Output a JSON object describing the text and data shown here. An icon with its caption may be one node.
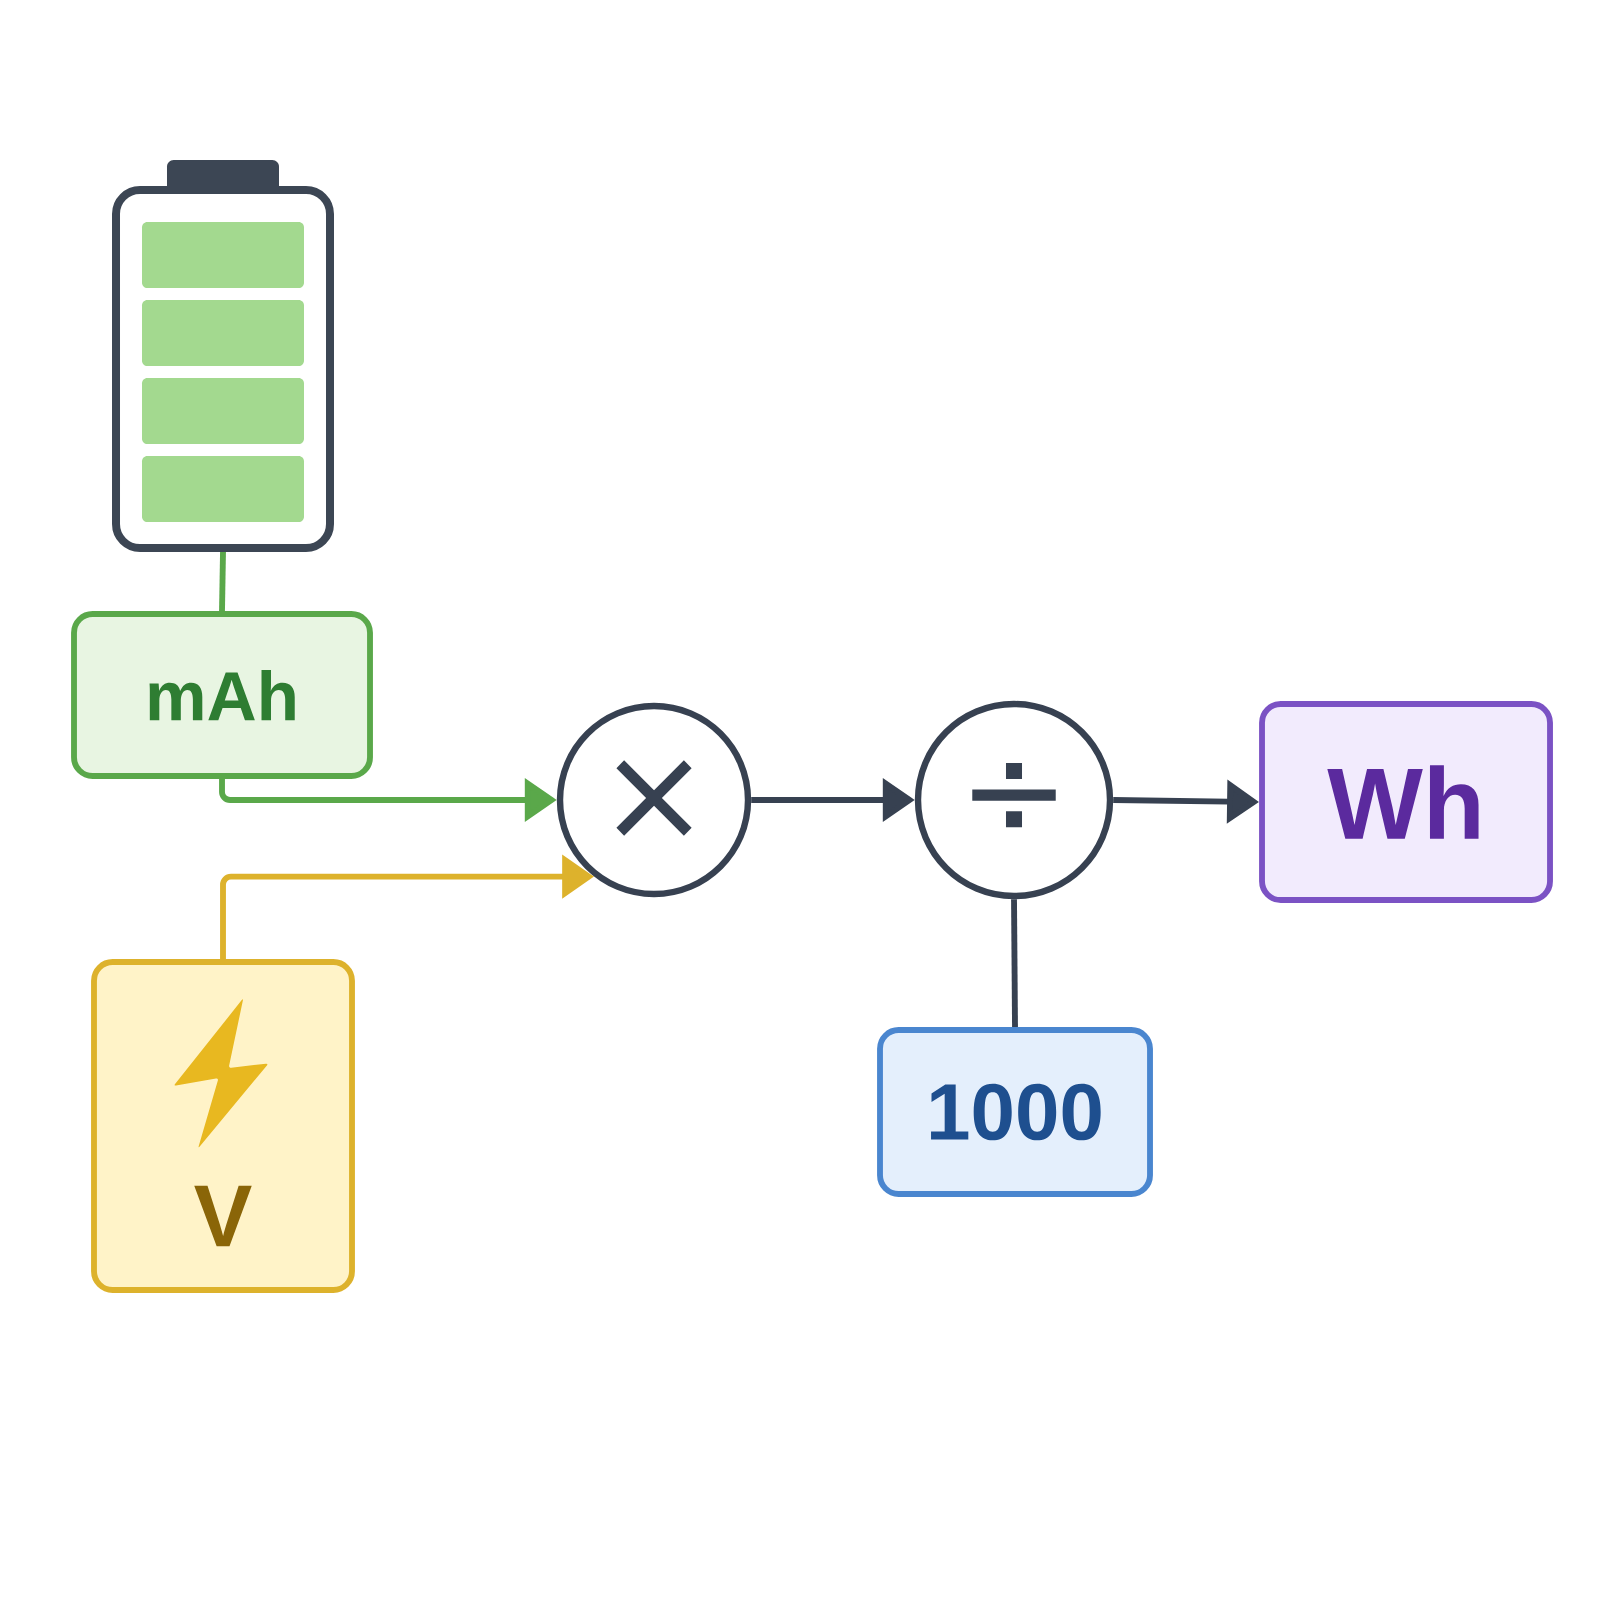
{
  "diagram": {
    "nodes": [
      {
        "text": [],
        "shape": "picture"
      },
      {
        "text": [
          "mAh"
        ]
      },
      {
        "text": [
          "V"
        ]
      },
      {
        "text": [
          "×"
        ]
      },
      {
        "text": [
          "÷"
        ]
      },
      {
        "text": [
          "1000"
        ]
      },
      {
        "text": [
          "Wh"
        ]
      }
    ],
    "edges": [
      {
        "from": 0,
        "to": 1,
        "arrow": "none",
        "color": "#5aa84a"
      },
      {
        "from": 1,
        "to": 3,
        "arrow": "to",
        "color": "#5aa84a"
      },
      {
        "from": 2,
        "to": 3,
        "arrow": "to",
        "color": "#ddb22c"
      },
      {
        "from": 3,
        "to": 4,
        "arrow": "to"
      },
      {
        "from": 5,
        "to": 4,
        "arrow": "none"
      },
      {
        "from": 4,
        "to": 6,
        "arrow": "to"
      }
    ]
  }
}
